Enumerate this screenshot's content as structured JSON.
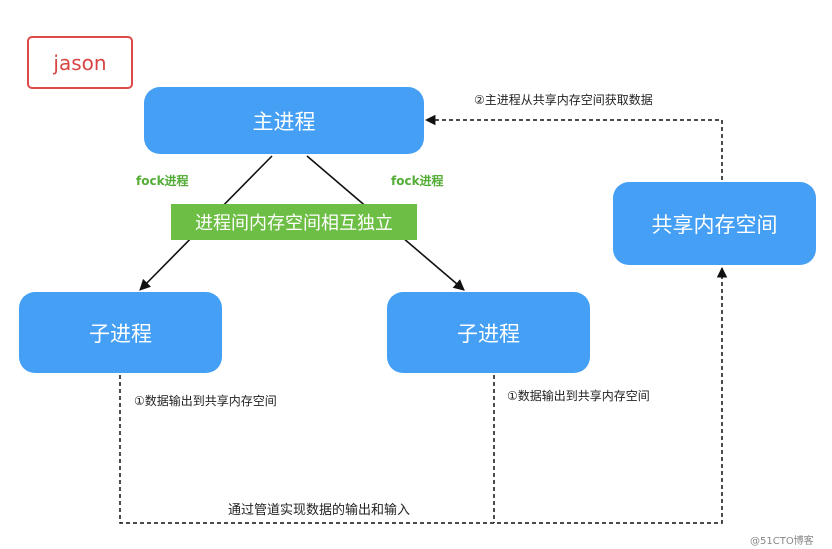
{
  "tag": {
    "text": "jason"
  },
  "nodes": {
    "main_process": "主进程",
    "child_left": "子进程",
    "child_right": "子进程",
    "shared_memory": "共享内存空间"
  },
  "banner": {
    "text": "进程间内存空间相互独立"
  },
  "labels": {
    "fork_left": "fock进程",
    "fork_right": "fock进程",
    "read_from_shared": "②主进程从共享内存空间获取数据",
    "output_left": "①数据输出到共享内存空间",
    "output_right": "①数据输出到共享内存空间",
    "pipe": "通过管道实现数据的输出和输入"
  },
  "watermark": {
    "text": "@51CTO博客"
  },
  "colors": {
    "node_blue": "#45a0f5",
    "banner_green": "#6dbe45",
    "label_green": "#53ad36",
    "tag_red": "#dc4a4a"
  }
}
